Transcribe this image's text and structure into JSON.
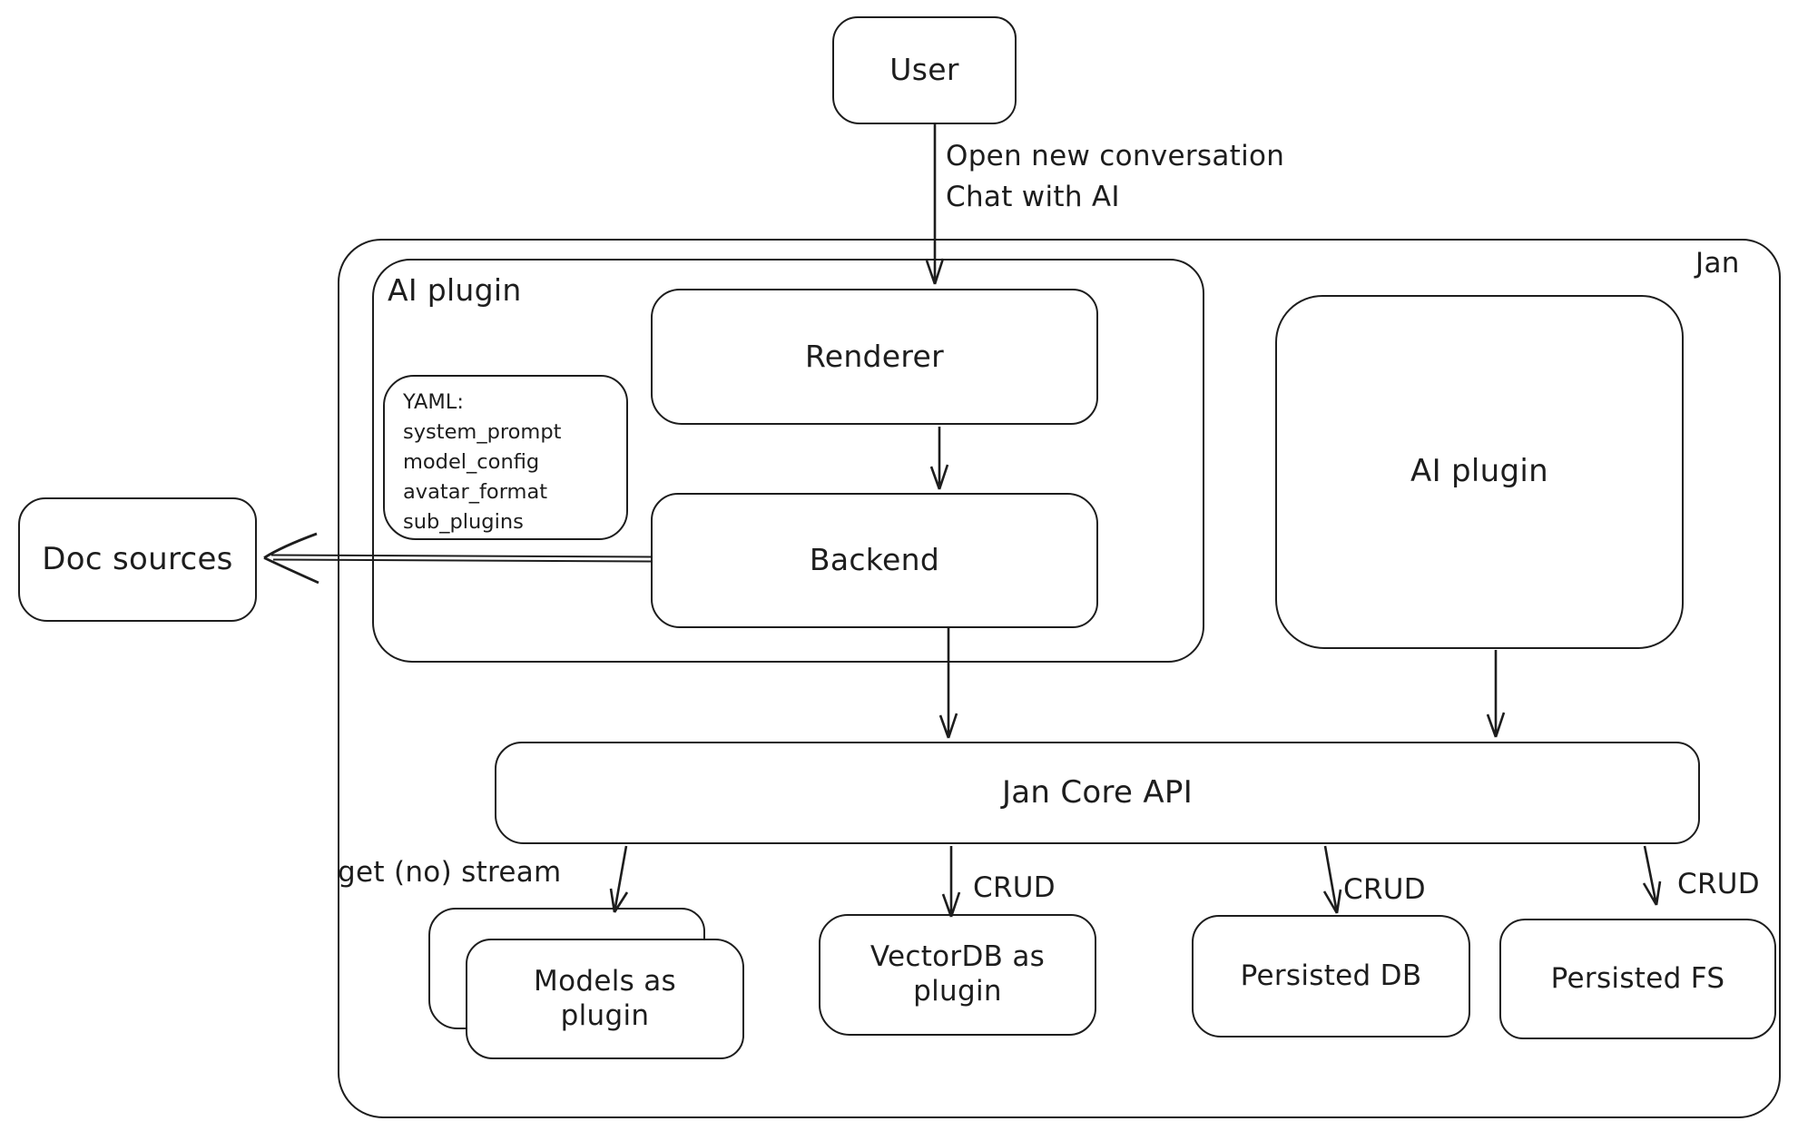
{
  "diagram": {
    "colors": {
      "stroke": "#1d1d1d",
      "background": "#ffffff"
    },
    "nodes": {
      "user": {
        "label": "User"
      },
      "jan": {
        "label": "Jan"
      },
      "ai_plugin_container": {
        "label": "AI plugin"
      },
      "renderer": {
        "label": "Renderer"
      },
      "yaml_note": {
        "title": "YAML:",
        "lines": [
          "system_prompt",
          "model_config",
          "avatar_format",
          "sub_plugins"
        ]
      },
      "backend": {
        "label": "Backend"
      },
      "doc_sources": {
        "label": "Doc sources"
      },
      "ai_plugin_right": {
        "label": "AI plugin"
      },
      "jan_core_api": {
        "label": "Jan Core API"
      },
      "models_as_plugin": {
        "label": "Models as plugin"
      },
      "vectordb_as_plugin": {
        "label": "VectorDB as plugin"
      },
      "persisted_db": {
        "label": "Persisted DB"
      },
      "persisted_fs": {
        "label": "Persisted FS"
      }
    },
    "edges": {
      "user_to_renderer": {
        "label_line1": "Open new conversation",
        "label_line2": "Chat with AI"
      },
      "jan_core_to_models": {
        "label": "get (no) stream"
      },
      "jan_core_to_vectordb": {
        "label": "CRUD"
      },
      "jan_core_to_persisted_db": {
        "label": "CRUD"
      },
      "jan_core_to_persisted_fs": {
        "label": "CRUD"
      }
    }
  }
}
